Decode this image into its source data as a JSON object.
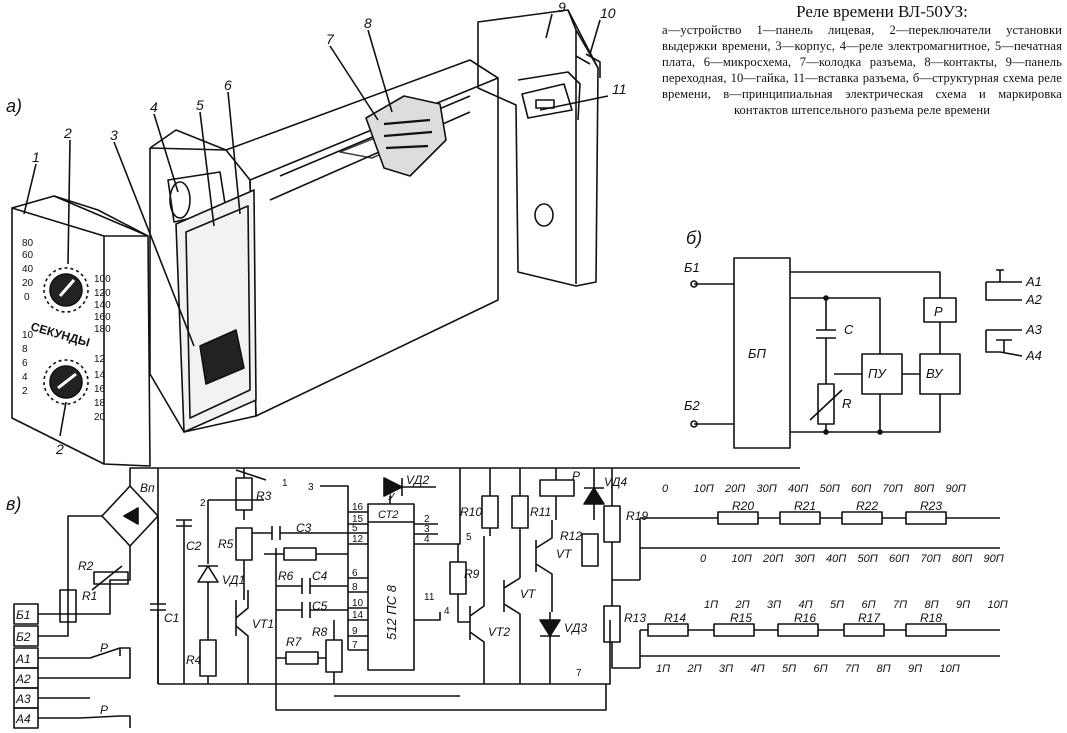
{
  "caption": {
    "title": "Реле времени ВЛ-50УЗ:",
    "body": "а—устройство 1—панель лицевая, 2—переключатели установки выдержки времени, 3—корпус, 4—реле электромагнитное, 5—печатная плата, 6—микросхема, 7—колодка разъема, 8—контакты, 9—панель переходная, 10—гайка, 11—вставка разъема, б—структурная схема реле времени, в—принципиальная электрическая схема и маркировка контактов штепсельного разъема реле времени"
  },
  "panel_labels": {
    "a": "а)",
    "b": "б)",
    "c": "в)"
  },
  "device": {
    "callouts": [
      "1",
      "2",
      "3",
      "4",
      "5",
      "6",
      "7",
      "8",
      "9",
      "10",
      "11",
      "2"
    ],
    "dial_upper_left": [
      "80",
      "60",
      "40",
      "20",
      "0"
    ],
    "dial_upper_right": [
      "100",
      "120",
      "140",
      "160",
      "180"
    ],
    "dial_label": "СЕКУНДЫ",
    "dial_lower_left": [
      "10",
      "8",
      "6",
      "4",
      "2"
    ],
    "dial_lower_right": [
      "12",
      "14",
      "16",
      "18",
      "20"
    ]
  },
  "block": {
    "terminals_left": [
      "Б1",
      "Б2"
    ],
    "bp": "БП",
    "c": "C",
    "r": "R",
    "pu": "ПУ",
    "vu": "ВУ",
    "p": "Р",
    "contacts": [
      "А1",
      "А2",
      "А3",
      "А4"
    ]
  },
  "schematic": {
    "bridge": "Вп",
    "resistors": [
      "R1",
      "R2",
      "R3",
      "R4",
      "R5",
      "R6",
      "R7",
      "R8",
      "R9",
      "R10",
      "R11",
      "R12",
      "R13",
      "R14",
      "R15",
      "R16",
      "R17",
      "R18",
      "R19",
      "R20",
      "R21",
      "R22",
      "R23"
    ],
    "capacitors": [
      "C1",
      "C2",
      "C3",
      "C4",
      "C5"
    ],
    "diodes": [
      "VД1",
      "VД2",
      "VД3",
      "VД4"
    ],
    "transistors": [
      "VT1",
      "VT2",
      "VT",
      "VT"
    ],
    "ic_top": "СТ2",
    "ic_body": "512 ПС 8",
    "ic_pins_left": [
      "16",
      "15",
      "5",
      "12",
      "6",
      "8",
      "10",
      "14",
      "9",
      "7"
    ],
    "ic_pins_right": [
      "2",
      "3",
      "4"
    ],
    "ic_pin_bottom": "11",
    "ic_pin_top": "У",
    "nodes": [
      "1",
      "2",
      "3",
      "4",
      "5",
      "7"
    ],
    "relay": "Р",
    "connector": [
      "Б1",
      "Б2",
      "А1",
      "А2",
      "А3",
      "А4"
    ],
    "contact_label": "Р",
    "tens_top": [
      "0",
      "10П",
      "20П",
      "30П",
      "40П",
      "50П",
      "60П",
      "70П",
      "80П",
      "90П"
    ],
    "tens_bottom": [
      "0",
      "10П",
      "20П",
      "30П",
      "40П",
      "50П",
      "60П",
      "70П",
      "80П",
      "90П"
    ],
    "ones_top": [
      "1П",
      "2П",
      "3П",
      "4П",
      "5П",
      "6П",
      "7П",
      "8П",
      "9П",
      "10П"
    ],
    "ones_bottom": [
      "1П",
      "2П",
      "3П",
      "4П",
      "5П",
      "6П",
      "7П",
      "8П",
      "9П",
      "10П"
    ]
  }
}
